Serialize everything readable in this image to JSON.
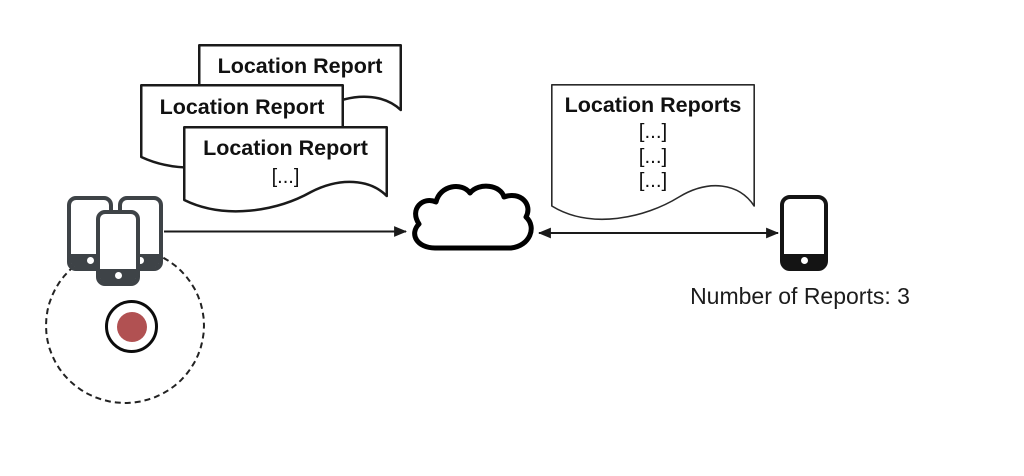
{
  "report_stack": {
    "docs": [
      {
        "title": "Location Report"
      },
      {
        "title": "Location Report"
      },
      {
        "title": "Location Report",
        "body": "[...]"
      }
    ]
  },
  "aggregate_report": {
    "title": "Location Reports",
    "lines": [
      "[...]",
      "[...]",
      "[...]"
    ]
  },
  "caption": "Number of Reports: 3",
  "colors": {
    "phone_cluster": "#3e4347",
    "finder_phone": "#141414",
    "tracker_red": "#b15152",
    "stroke": "#1a1a1a"
  }
}
